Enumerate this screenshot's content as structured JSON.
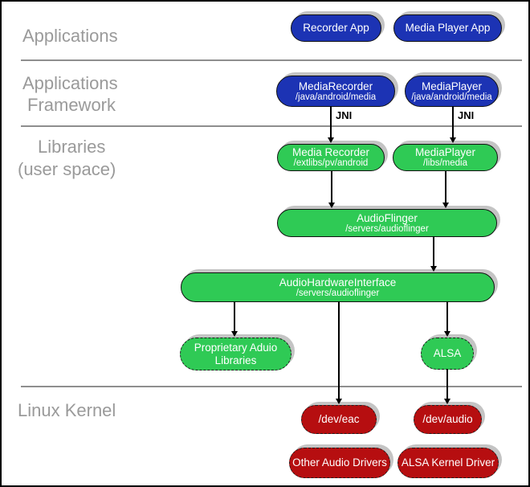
{
  "sections": {
    "applications": {
      "label": "Applications"
    },
    "framework": {
      "label_line1": "Applications",
      "label_line2": "Framework"
    },
    "libraries": {
      "label_line1": "Libraries",
      "label_line2": "(user space)"
    },
    "kernel": {
      "label": "Linux Kernel"
    }
  },
  "nodes": {
    "recorder_app": {
      "title": "Recorder App"
    },
    "media_player_app": {
      "title": "Media Player App"
    },
    "mediarecorder_fw": {
      "title": "MediaRecorder",
      "subtitle": "/java/android/media"
    },
    "mediaplayer_fw": {
      "title": "MediaPlayer",
      "subtitle": "/java/android/media"
    },
    "media_recorder_lib": {
      "title": "Media Recorder",
      "subtitle": "/extlibs/pv/android"
    },
    "mediaplayer_lib": {
      "title": "MediaPlayer",
      "subtitle": "/libs/media"
    },
    "audioflinger": {
      "title": "AudioFlinger",
      "subtitle": "/servers/audioflinger"
    },
    "audio_hw_interface": {
      "title": "AudioHardwareInterface",
      "subtitle": "/servers/audioflinger"
    },
    "proprietary_audio": {
      "title": "Proprietary Aduio Libraries"
    },
    "alsa": {
      "title": "ALSA"
    },
    "dev_eac": {
      "title": "/dev/eac"
    },
    "dev_audio": {
      "title": "/dev/audio"
    },
    "other_audio_drivers": {
      "title": "Other Audio Drivers"
    },
    "alsa_kernel_driver": {
      "title": "ALSA Kernel Driver"
    }
  },
  "edge_labels": {
    "jni_left": "JNI",
    "jni_right": "JNI"
  },
  "colors": {
    "applications_blue": "#1c33b4",
    "libraries_green": "#2fca55",
    "kernel_red": "#b60e10",
    "shadow_gray": "#c4c4c4",
    "section_label_gray": "#9a9a9a",
    "divider_gray": "#8e8e8e",
    "node_text": "#ffffff",
    "connector_black": "#000000"
  }
}
